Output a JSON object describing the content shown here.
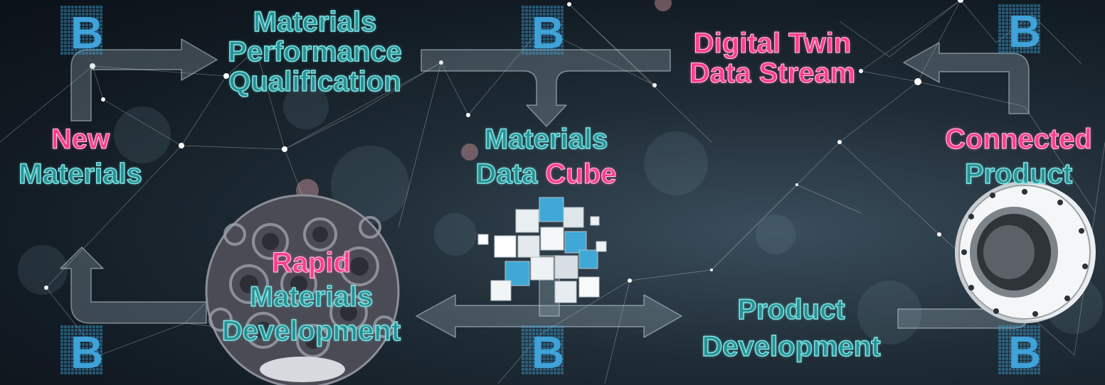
{
  "labels": {
    "materials_performance_qualification": [
      "Materials",
      "Performance",
      "Qualification"
    ],
    "digital_twin_data_stream": [
      "Digital Twin",
      "Data Stream"
    ],
    "new_materials": [
      "New",
      "Materials"
    ],
    "materials_data_cube": {
      "line1": "Materials",
      "line2_a": "Data",
      "line2_b": "Cube"
    },
    "connected_product": [
      "Connected",
      "Product"
    ],
    "rapid_materials_development": [
      "Rapid",
      "Materials",
      "Development"
    ],
    "product_development": [
      "Product",
      "Development"
    ]
  },
  "icons": {
    "blockchain_logo_letter": "B"
  },
  "colors": {
    "teal_text": "#2a8f93",
    "teal_outline": "#7fe4e4",
    "pink_text": "#ff3d8f",
    "arrow_fill": "#a8bcc4",
    "logo_blue": "#3fa2d8"
  }
}
